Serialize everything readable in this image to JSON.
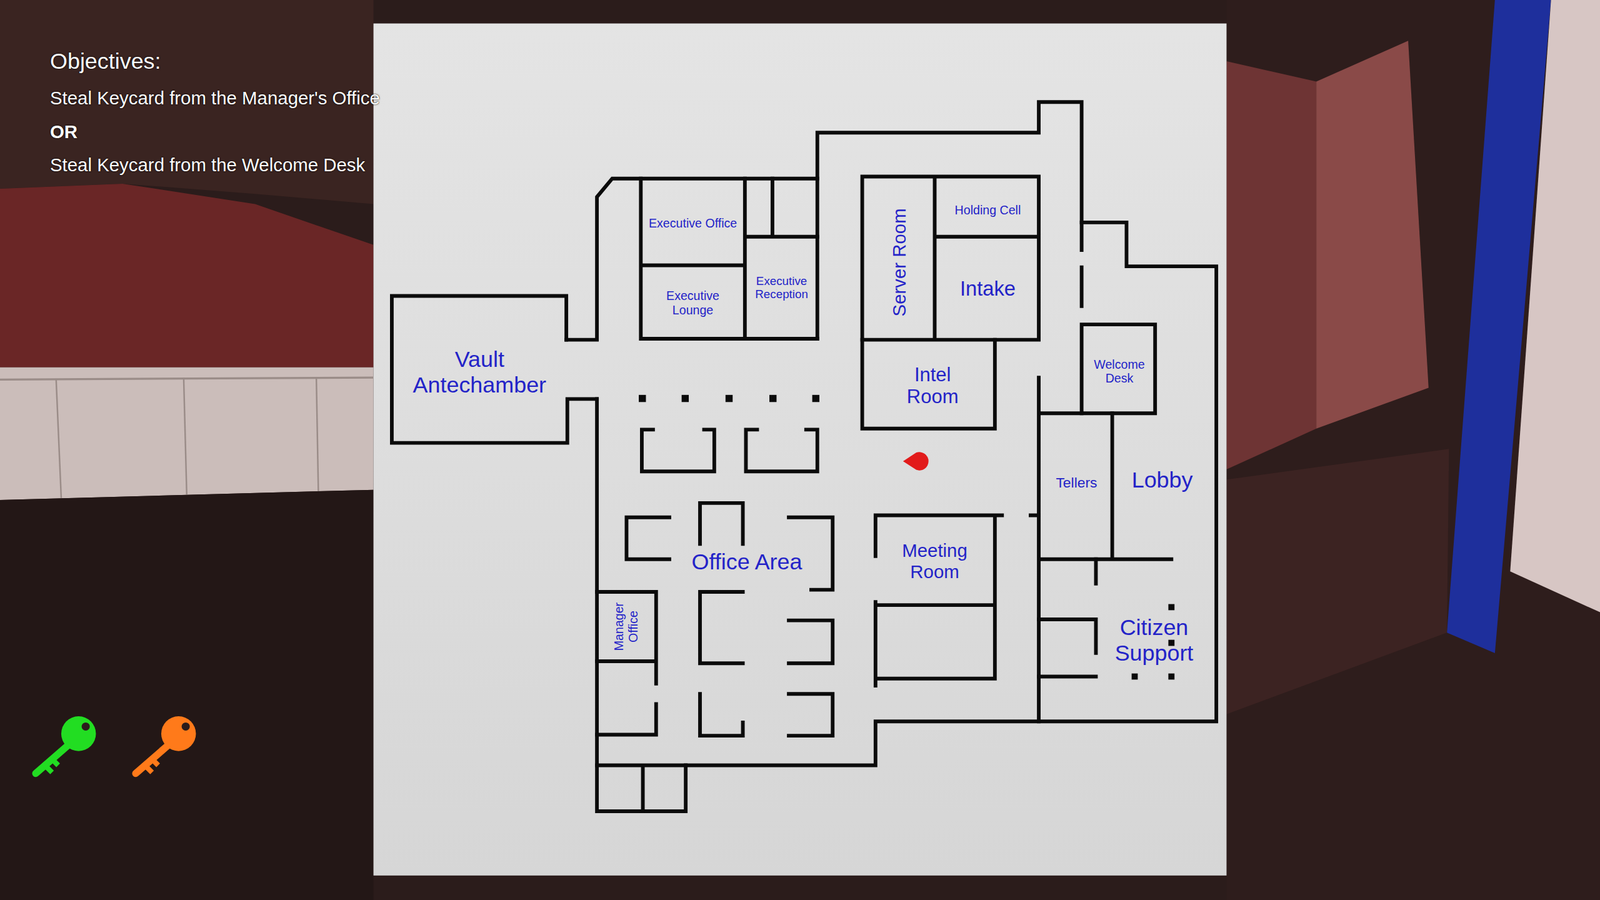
{
  "diagram": {
    "nodes": [
      {
        "text": [
          "Executive Office"
        ]
      },
      {
        "text": [
          "Executive Lounge"
        ]
      },
      {
        "text": [
          "Executive Reception"
        ]
      },
      {
        "text": [
          "Server Room"
        ]
      },
      {
        "text": [
          "Holding Cell"
        ]
      },
      {
        "text": [
          "Intake"
        ]
      },
      {
        "text": [
          "Vault Antechamber"
        ]
      },
      {
        "text": [
          "Intel Room"
        ]
      },
      {
        "text": [
          "Welcome Desk"
        ]
      },
      {
        "text": [
          "Tellers"
        ]
      },
      {
        "text": [
          "Lobby"
        ]
      },
      {
        "text": [
          "Office Area"
        ]
      },
      {
        "text": [
          "Meeting Room"
        ]
      },
      {
        "text": [
          "Manager Office"
        ]
      },
      {
        "text": [
          "Citizen Support"
        ]
      }
    ],
    "labels": [
      "Objectives:",
      "Steal Keycard from the Manager's Office",
      "OR",
      "Steal Keycard from the Welcome Desk"
    ]
  }
}
